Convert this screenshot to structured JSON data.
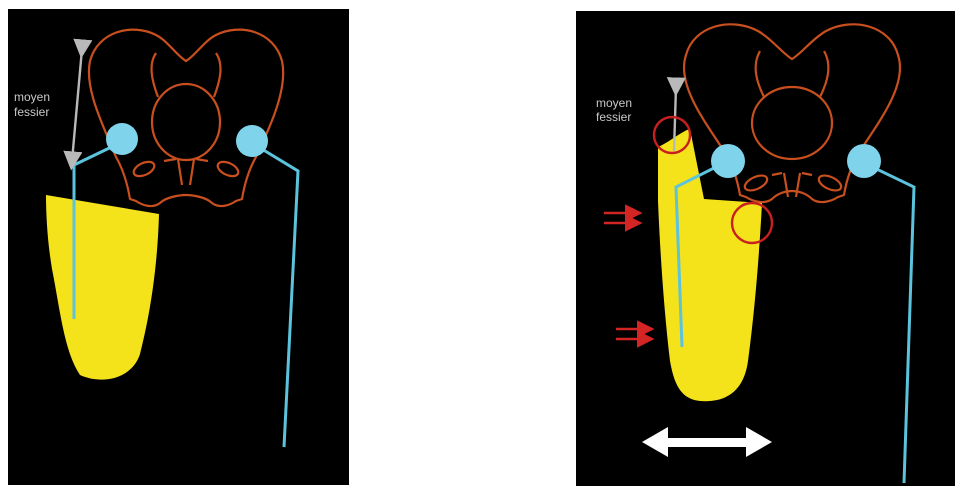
{
  "diagram": {
    "left_panel": {
      "muscle_label_line1": "moyen",
      "muscle_label_line2": "fessier"
    },
    "right_panel": {
      "muscle_label_line1": "moyen",
      "muscle_label_line2": "fessier"
    },
    "colors": {
      "background": "#000000",
      "pelvis_outline": "#c9501e",
      "femur_head": "#7fd3ea",
      "femur_shaft": "#5cc3dc",
      "prosthesis_socket": "#f4e21a",
      "measure_arrow": "#b9b9b9",
      "impingement_circle": "#c82020",
      "force_arrow": "#d42525",
      "motion_arrow": "#ffffff"
    }
  }
}
